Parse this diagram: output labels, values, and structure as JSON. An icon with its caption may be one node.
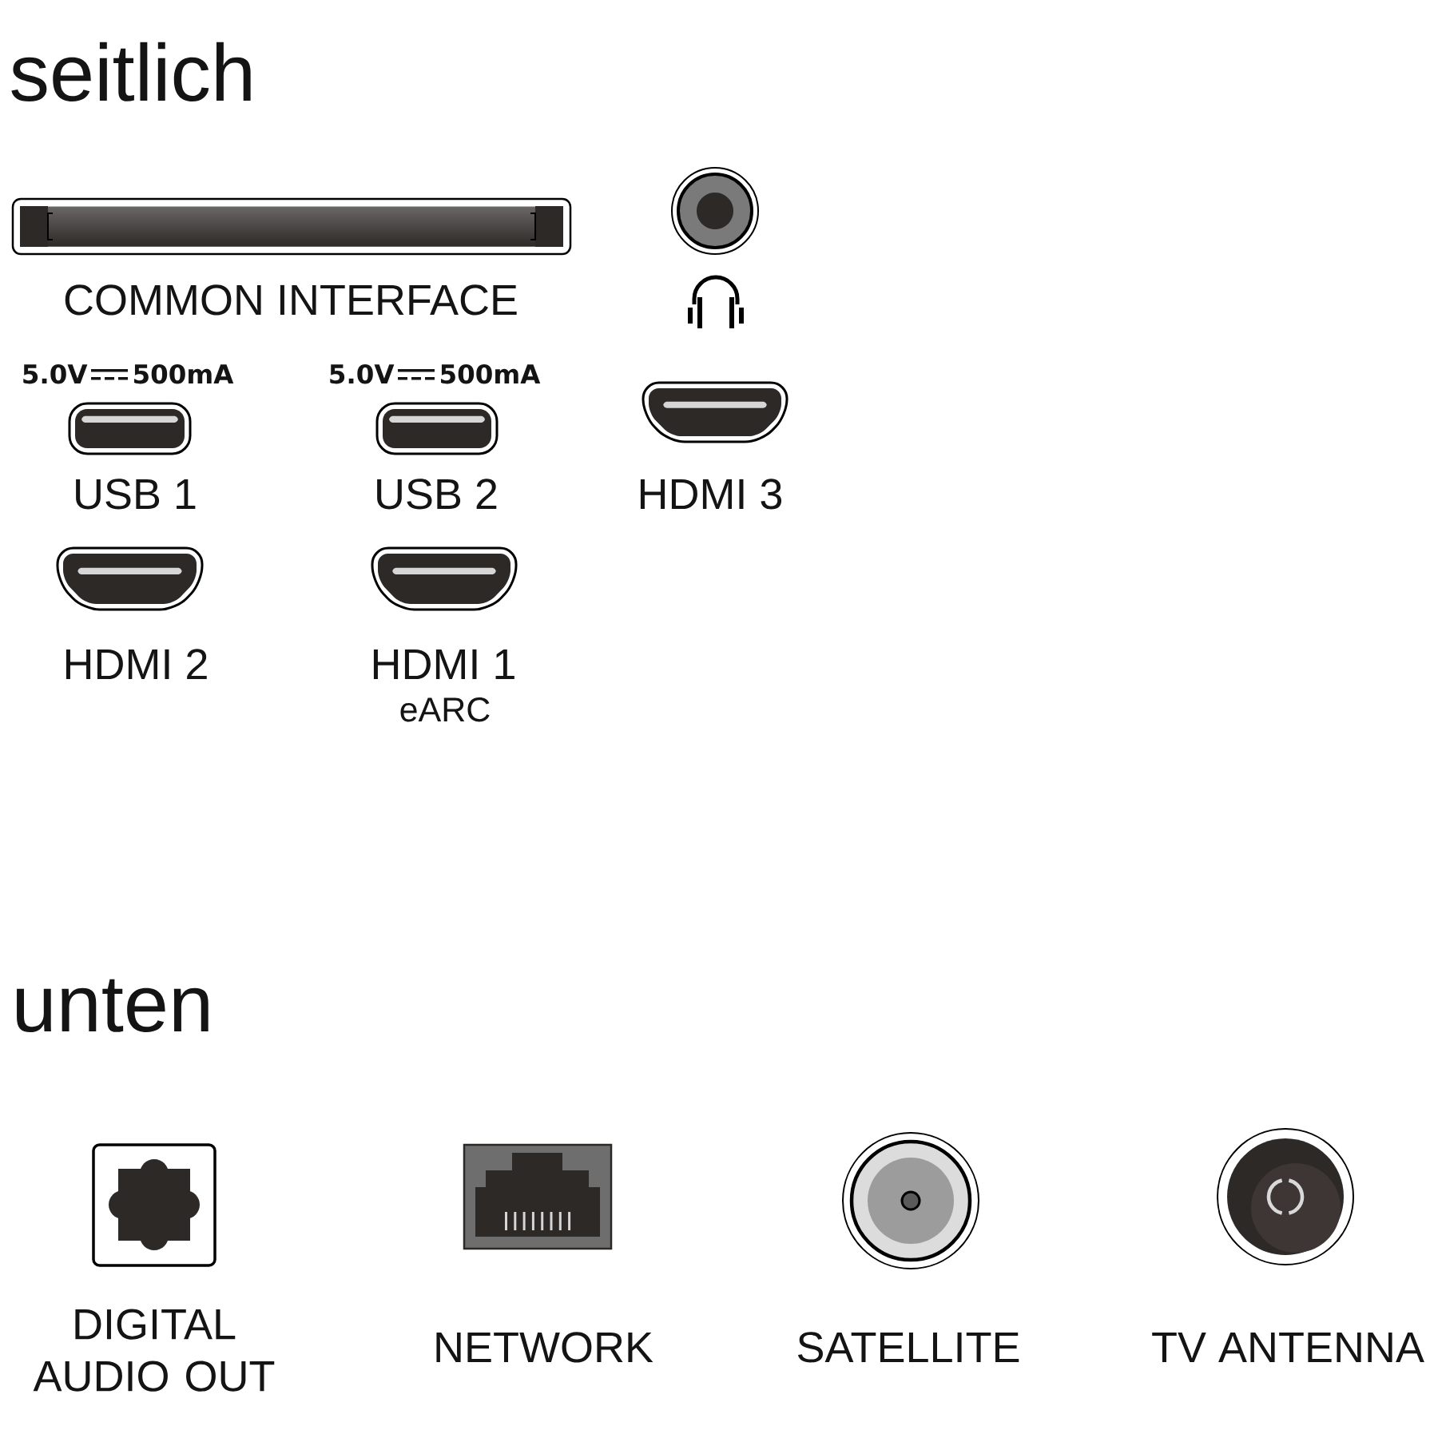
{
  "diagram": {
    "labels": [
      "seitlich",
      "COMMON INTERFACE",
      "5.0V",
      "500mA",
      "5.0V",
      "500mA",
      "USB 1",
      "USB 2",
      "HDMI 3",
      "HDMI 2",
      "HDMI 1",
      "eARC",
      "unten",
      "DIGITAL AUDIO OUT",
      "NETWORK",
      "SATELLITE",
      "TV ANTENNA"
    ]
  }
}
